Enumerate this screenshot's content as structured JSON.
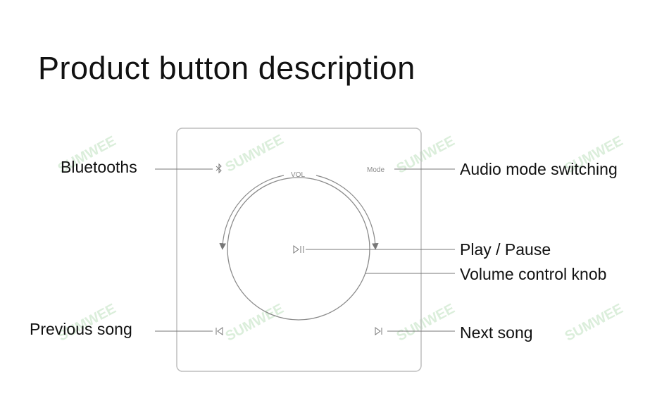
{
  "title": "Product button description",
  "panel": {
    "vol_label": "VOL",
    "mode_label": "Mode"
  },
  "callouts": {
    "bluetooth": "Bluetooths",
    "audio_mode": "Audio mode switching",
    "play_pause": "Play / Pause",
    "volume_knob": "Volume control knob",
    "previous": "Previous song",
    "next": "Next song"
  },
  "watermark": "SUMWEE",
  "icons": {
    "bluetooth": "bluetooth-icon",
    "play_pause": "play-pause-icon",
    "previous": "previous-track-icon",
    "next": "next-track-icon"
  },
  "colors": {
    "line": "#777777",
    "panel_border": "#bdbdbd",
    "watermark": "#cfe9cf"
  }
}
